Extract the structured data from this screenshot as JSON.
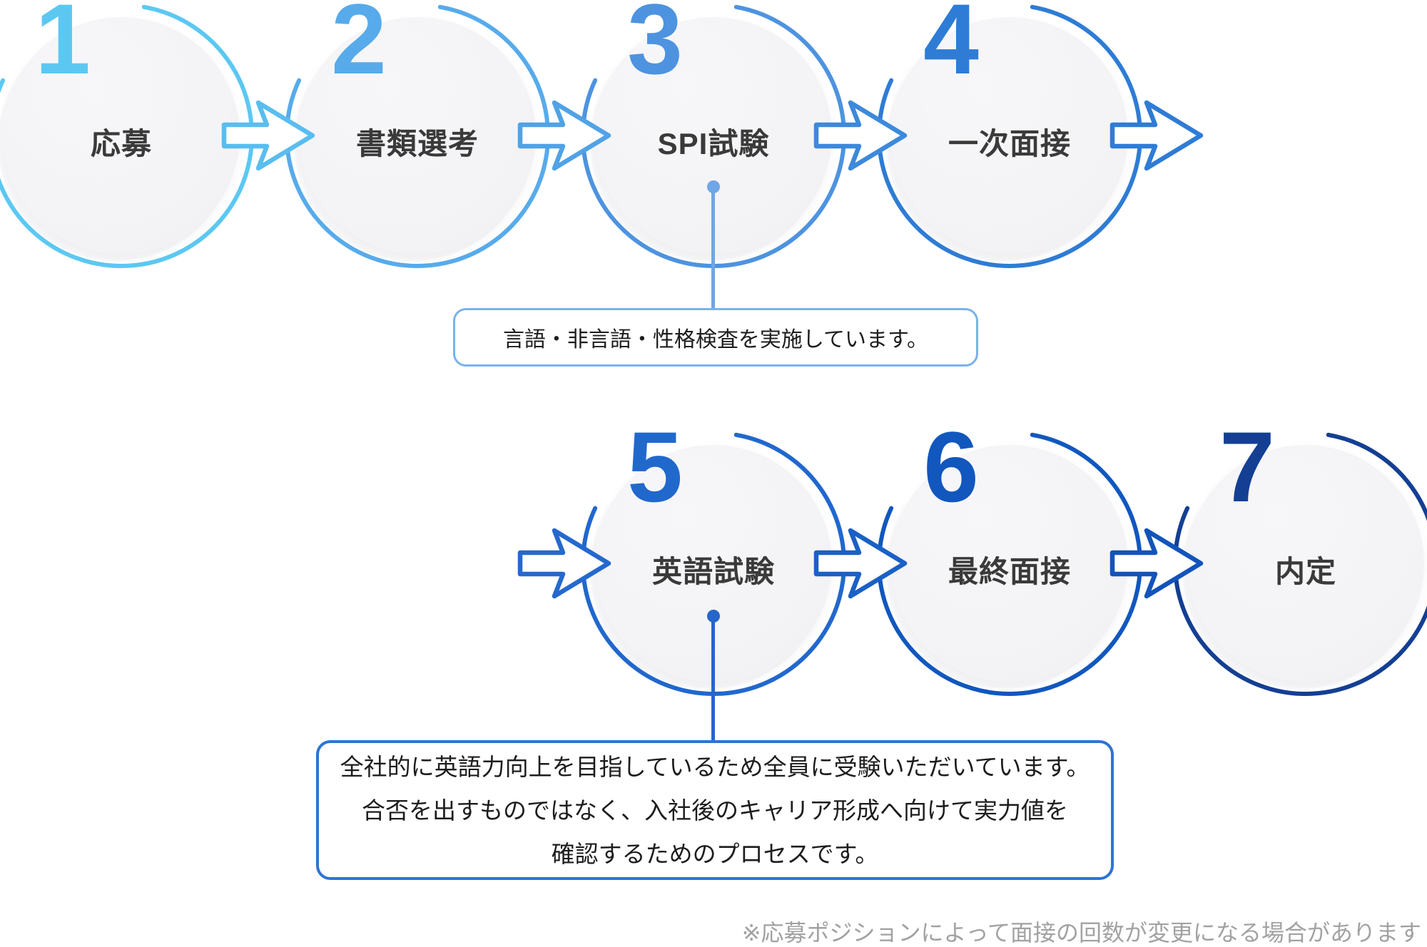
{
  "steps": [
    {
      "number": "1",
      "label": "応募",
      "color": "#5CC8F2"
    },
    {
      "number": "2",
      "label": "書類選考",
      "color": "#57ABEB"
    },
    {
      "number": "3",
      "label": "SPI試験",
      "color": "#4D93E0"
    },
    {
      "number": "4",
      "label": "一次面接",
      "color": "#2E7CD5"
    },
    {
      "number": "5",
      "label": "英語試験",
      "color": "#2168CD"
    },
    {
      "number": "6",
      "label": "最終面接",
      "color": "#1157BE"
    },
    {
      "number": "7",
      "label": "内定",
      "color": "#143F93"
    }
  ],
  "arrows": [
    {
      "color": "#59BDEF"
    },
    {
      "color": "#51A2E6"
    },
    {
      "color": "#3D89DB"
    },
    {
      "color": "#2E7CD5"
    },
    {
      "color": "#2569CE"
    },
    {
      "color": "#1A60C6"
    },
    {
      "color": "#1254BA"
    }
  ],
  "callouts": {
    "spi": {
      "text": "言語・非言語・性格検査を実施しています。",
      "border_color": "#7AB2EA",
      "connector_color": "#6FA6E6"
    },
    "english": {
      "line1": "全社的に英語力向上を目指しているため全員に受験いただいています。",
      "line2": "合否を出すものではなく、入社後のキャリア形成へ向けて実力値を",
      "line3": "確認するためのプロセスです。",
      "border_color": "#2D74D4",
      "connector_color": "#2566CA"
    }
  },
  "footnote": {
    "text": "※応募ポジションによって面接の回数が変更になる場合があります",
    "color": "#A2A2A2"
  }
}
